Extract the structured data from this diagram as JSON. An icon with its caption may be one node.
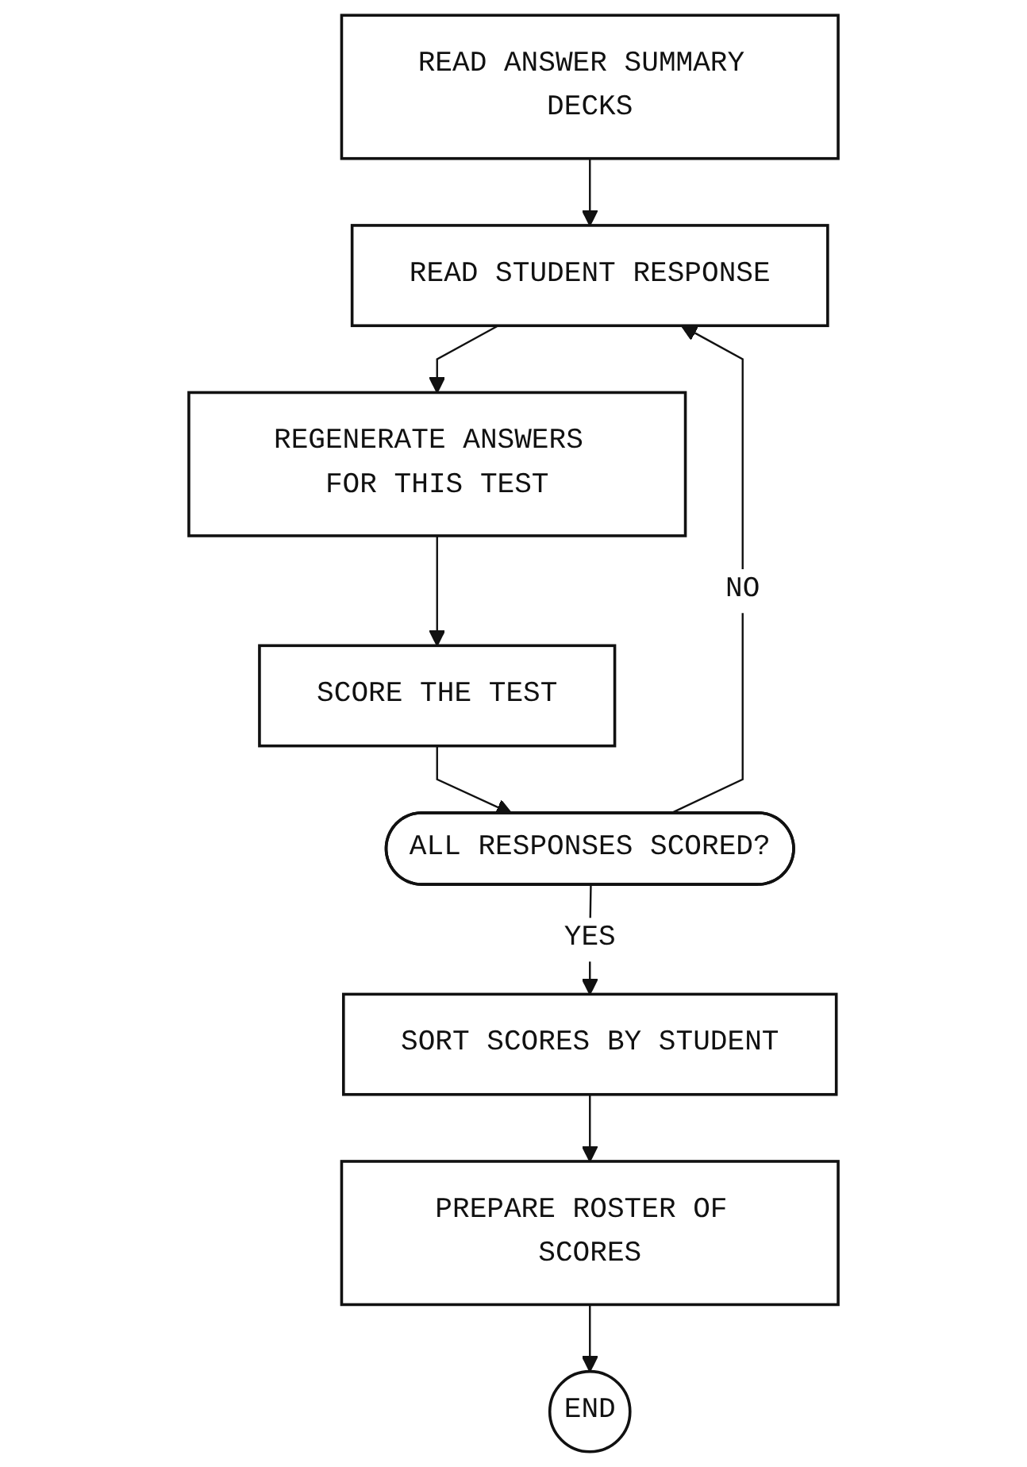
{
  "diagram": {
    "nodes": [
      {
        "text": [
          "READ ANSWER SUMMARY DECKS"
        ]
      },
      {
        "text": [
          "READ STUDENT RESPONSE"
        ]
      },
      {
        "text": [
          "REGENERATE ANSWERS FOR THIS TEST"
        ]
      },
      {
        "text": [
          "SCORE THE TEST"
        ]
      },
      {
        "text": [
          "ALL RESPONSES SCORED?"
        ]
      },
      {
        "text": [
          "SORT SCORES BY STUDENT"
        ]
      },
      {
        "text": [
          "PREPARE ROSTER OF SCORES"
        ]
      },
      {
        "text": [
          "END"
        ]
      }
    ],
    "edges": [
      {
        "from": 0,
        "to": 1,
        "arrow": "to"
      },
      {
        "from": 1,
        "to": 2,
        "arrow": "to"
      },
      {
        "from": 2,
        "to": 3,
        "arrow": "to"
      },
      {
        "from": 3,
        "to": 4,
        "arrow": "to"
      },
      {
        "from": 4,
        "to": 1,
        "label": "NO",
        "arrow": "to"
      },
      {
        "from": 4,
        "to": 5,
        "label": "YES",
        "arrow": "to"
      },
      {
        "from": 5,
        "to": 6,
        "arrow": "to"
      },
      {
        "from": 6,
        "to": 7,
        "arrow": "to"
      }
    ]
  }
}
